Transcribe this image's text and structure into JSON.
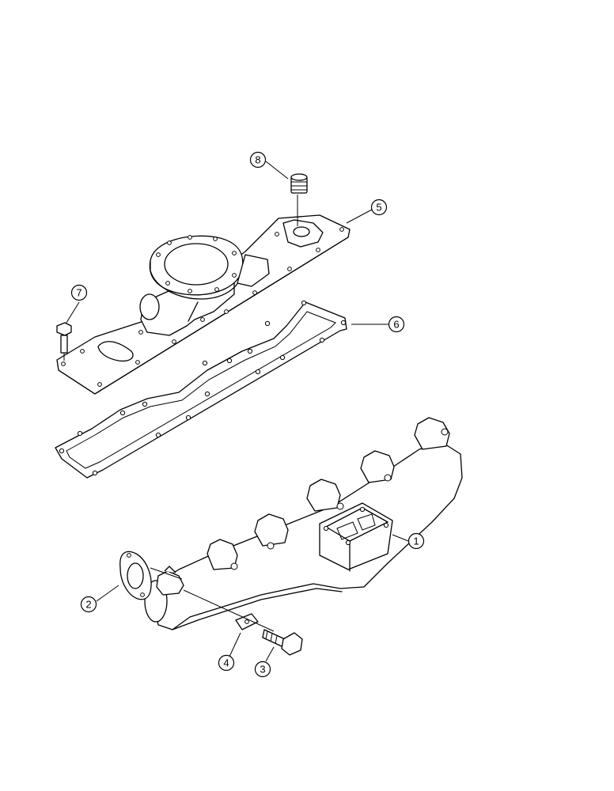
{
  "callouts": [
    {
      "id": "1",
      "label": "1",
      "part": "exhaust-manifold"
    },
    {
      "id": "2",
      "label": "2",
      "part": "manifold-gasket"
    },
    {
      "id": "3",
      "label": "3",
      "part": "manifold-bolt"
    },
    {
      "id": "4",
      "label": "4",
      "part": "locking-plate"
    },
    {
      "id": "5",
      "label": "5",
      "part": "intake-cover"
    },
    {
      "id": "6",
      "label": "6",
      "part": "cover-gasket"
    },
    {
      "id": "7",
      "label": "7",
      "part": "cover-bolt"
    },
    {
      "id": "8",
      "label": "8",
      "part": "plug-fitting"
    }
  ]
}
